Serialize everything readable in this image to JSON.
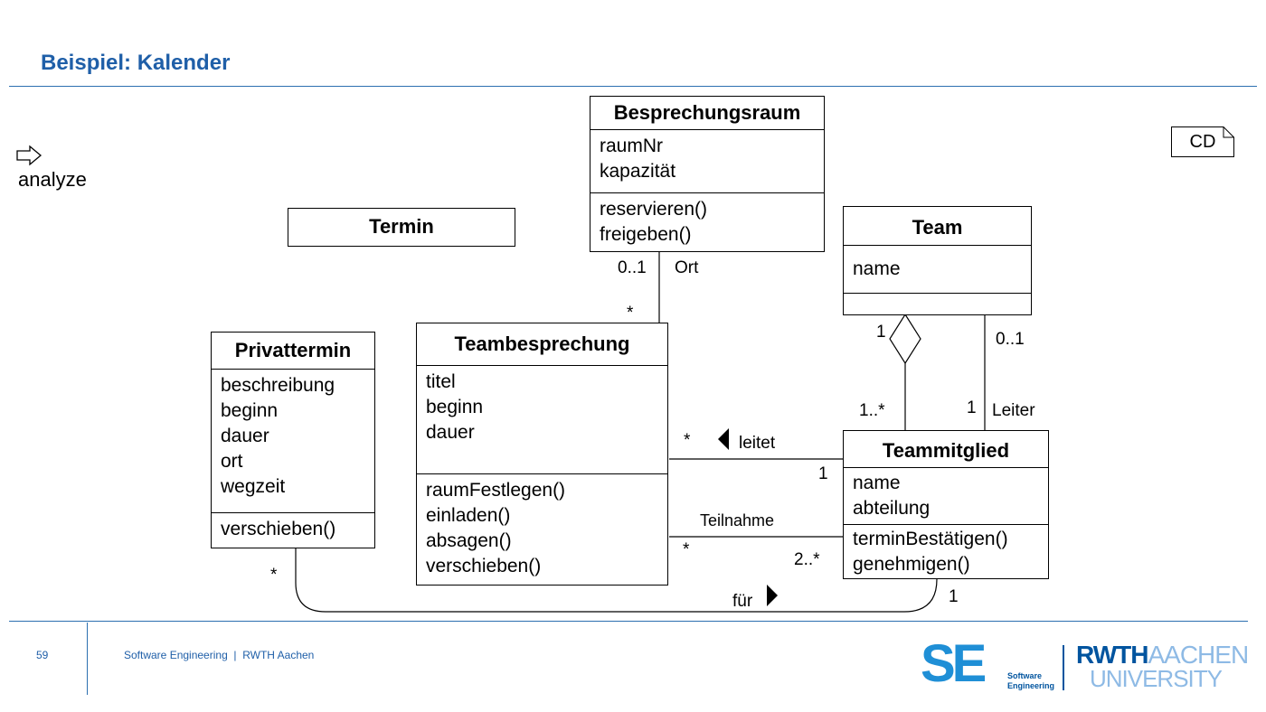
{
  "title": "Beispiel: Kalender",
  "analyze_label": "analyze",
  "cd_label": "CD",
  "classes": {
    "besprechungsraum": {
      "name": "Besprechungsraum",
      "attributes": [
        "raumNr",
        "kapazität"
      ],
      "operations": [
        "reservieren()",
        "freigeben()"
      ]
    },
    "termin": {
      "name": "Termin"
    },
    "team": {
      "name": "Team",
      "attributes": [
        "name"
      ]
    },
    "privattermin": {
      "name": "Privattermin",
      "attributes": [
        "beschreibung",
        "beginn",
        "dauer",
        "ort",
        "wegzeit"
      ],
      "operations": [
        "verschieben()"
      ]
    },
    "teambesprechung": {
      "name": "Teambesprechung",
      "attributes": [
        "titel",
        "beginn",
        "dauer"
      ],
      "operations": [
        "raumFestlegen()",
        "einladen()",
        "absagen()",
        "verschieben()"
      ]
    },
    "teammitglied": {
      "name": "Teammitglied",
      "attributes": [
        "name",
        "abteilung"
      ],
      "operations": [
        "terminBestätigen()",
        "genehmigen()"
      ]
    }
  },
  "associations": {
    "ort": {
      "name": "Ort",
      "mult_raum": "0..1",
      "mult_besprechung": "*"
    },
    "aggregation": {
      "mult_team": "1",
      "mult_member": "1..*"
    },
    "leiter": {
      "name": "Leiter",
      "mult_team": "0..1",
      "mult_member": "1"
    },
    "leitet": {
      "name": "leitet",
      "mult_besprechung": "*",
      "mult_member": "1"
    },
    "teilnahme": {
      "name": "Teilnahme",
      "mult_besprechung": "*",
      "mult_member": "2..*"
    },
    "fuer": {
      "name": "für",
      "mult_privat": "*",
      "mult_member": "1"
    }
  },
  "footer": {
    "page": "59",
    "text": "Software Engineering  |  RWTH Aachen",
    "se_logo": "SE",
    "se_sub1": "Software",
    "se_sub2": "Engineering",
    "rwth_bold": "RWTH",
    "rwth_light": "AACHEN",
    "rwth_line2": "UNIVERSITY"
  },
  "colors": {
    "accent": "#1f5fa8",
    "se_blue": "#1f8fd6",
    "rwth_blue": "#00549f",
    "rwth_light": "#8ebae5"
  }
}
